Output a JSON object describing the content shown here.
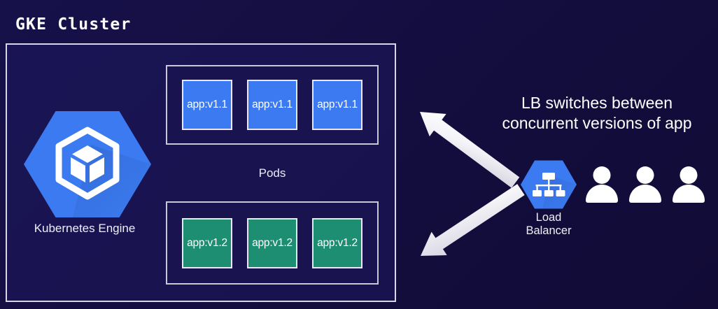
{
  "diagram": {
    "title": "GKE Cluster",
    "background_color": "#140e40",
    "cluster": {
      "border_color": "#d8d6e4",
      "nodes": {
        "gke": {
          "label": "Kubernetes Engine",
          "icon": "kubernetes-engine-hexagon-icon",
          "color": "#3b7af0"
        }
      },
      "pods_label": "Pods",
      "pod_groups": [
        {
          "version": "v1.1",
          "color": "#3b7af0",
          "pods": [
            "app:v1.1",
            "app:v1.1",
            "app:v1.1"
          ]
        },
        {
          "version": "v1.2",
          "color": "#1e8e72",
          "pods": [
            "app:v1.2",
            "app:v1.2",
            "app:v1.2"
          ]
        }
      ]
    },
    "load_balancer": {
      "label_line1": "Load",
      "label_line2": "Balancer",
      "icon": "load-balancer-hexagon-icon",
      "color": "#3b7af0"
    },
    "users": {
      "icon": "user-icon",
      "count": 3,
      "color": "#ffffff"
    },
    "caption": {
      "line1": "LB switches between",
      "line2": "concurrent versions of app",
      "color": "#ffffff"
    },
    "arrows": [
      {
        "name": "arrow-to-v1-1",
        "direction": "up-left",
        "color": "#f2f1f6"
      },
      {
        "name": "arrow-to-v1-2",
        "direction": "down-left",
        "color": "#e3e2ea"
      }
    ]
  }
}
